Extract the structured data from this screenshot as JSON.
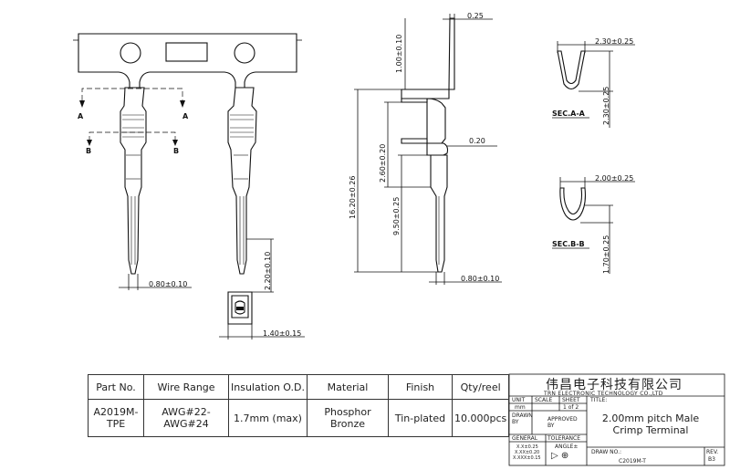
{
  "dimensions": {
    "top_thickness": "0.25",
    "tab_height": "1.00±0.10",
    "total_length": "16.20±0.26",
    "barrel_length": "2.60±0.20",
    "thickness_mid": "0.20",
    "pin_length": "9.50±0.25",
    "pin_width_side": "0.80±0.10",
    "pin_width_front": "0.80±0.10",
    "tip_length": "2.20±0.10",
    "end_width": "1.40±0.15",
    "sec_a_width": "2.30±0.25",
    "sec_a_height": "2.30±0.25",
    "sec_b_width": "2.00±0.25",
    "sec_b_height": "1.70±0.25"
  },
  "section_labels": {
    "a_left": "A",
    "a_right": "A",
    "b_left": "B",
    "b_right": "B",
    "sec_aa": "SEC.A-A",
    "sec_bb": "SEC.B-B"
  },
  "spec_table": {
    "headers": [
      "Part No.",
      "Wire Range",
      "Insulation O.D.",
      "Material",
      "Finish",
      "Qty/reel"
    ],
    "row": [
      "A2019M-TPE",
      "AWG#22-AWG#24",
      "1.7mm (max)",
      "Phosphor Bronze",
      "Tin-plated",
      "10.000pcs"
    ]
  },
  "title_block": {
    "company_cn": "伟昌电子科技有限公司",
    "company_en": "TRN ELECTRONIC TECHNOLOGY CO.,LTD",
    "unit_label": "UNIT",
    "unit_value": "mm",
    "scale_label": "SCALE",
    "sheet_label": "SHEET",
    "sheet_value": "1 of 2",
    "title_label": "TITLE:",
    "title": "2.00mm pitch Male Crimp Terminal",
    "drawn_by": "DRAWN BY",
    "approved_by": "APPROVED BY",
    "general_label": "GENERAL",
    "tolerance_label": "TOLERANCE",
    "tol_1": "X.X±0.25",
    "tol_2": "X.XX±0.20",
    "tol_3": "X.XXX±0.15",
    "angle_label": "ANGLE±",
    "draw_no_label": "DRAW NO.:",
    "draw_no": "C2019M-T",
    "rev_label": "REV.",
    "rev_value": "B3"
  }
}
